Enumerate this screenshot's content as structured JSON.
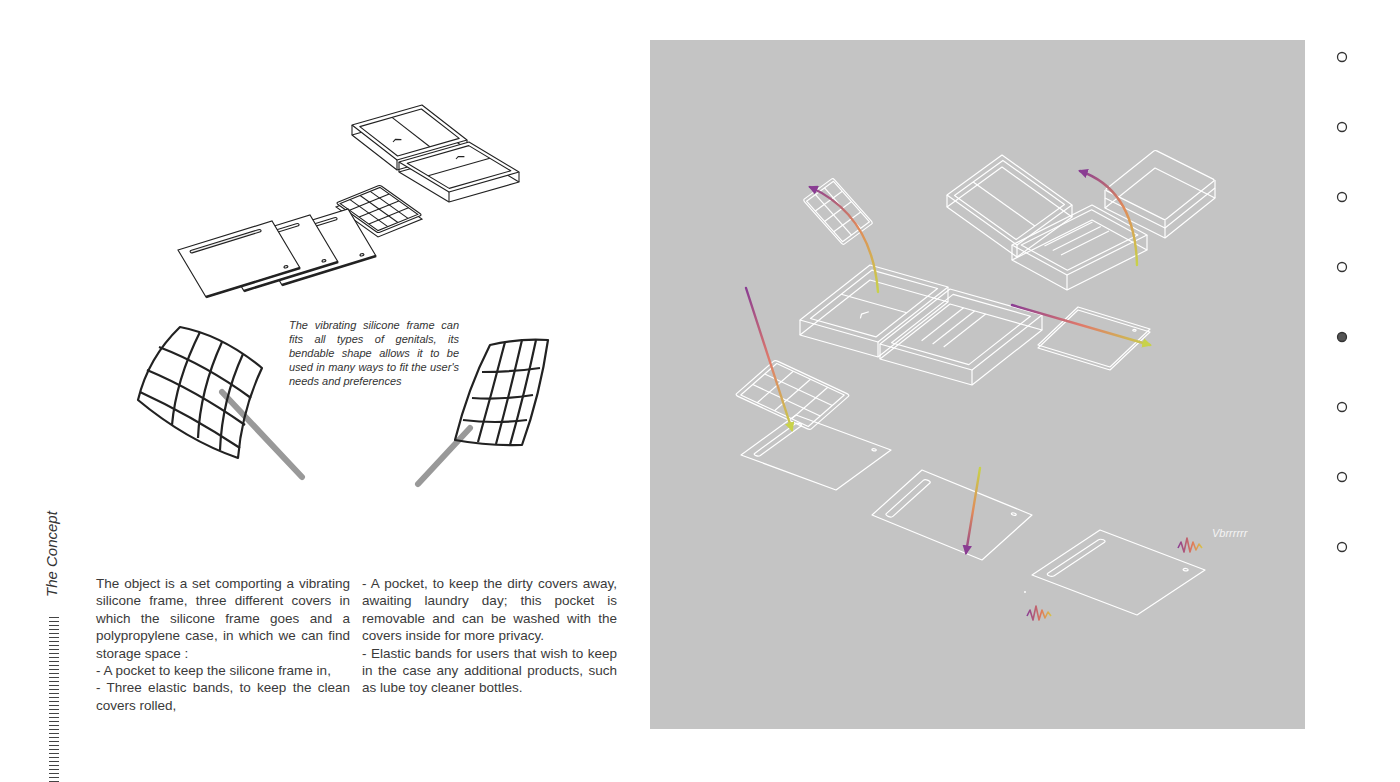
{
  "diagram": {
    "title": "The Concept",
    "labels": [
      "The vibrating silicone frame can fits all types of genitals, its bendable shape allows it to be used in many ways to fit the user's needs and preferences",
      "The object is a set comporting a vibrating silicone frame, three different covers in which the silicone frame goes and a polypropylene case, in which we can find storage space :",
      "- A pocket to keep the silicone frame in,",
      "- Three elastic bands, to keep the clean covers rolled,",
      "- A pocket, to keep the dirty covers away, awaiting laundry day; this pocket is removable and can be washed with the covers inside for more privacy.",
      "- Elastic bands for users that wish to keep in the case any additional products, such as lube toy cleaner bottles.",
      "Vbrrrrrr"
    ]
  }
}
